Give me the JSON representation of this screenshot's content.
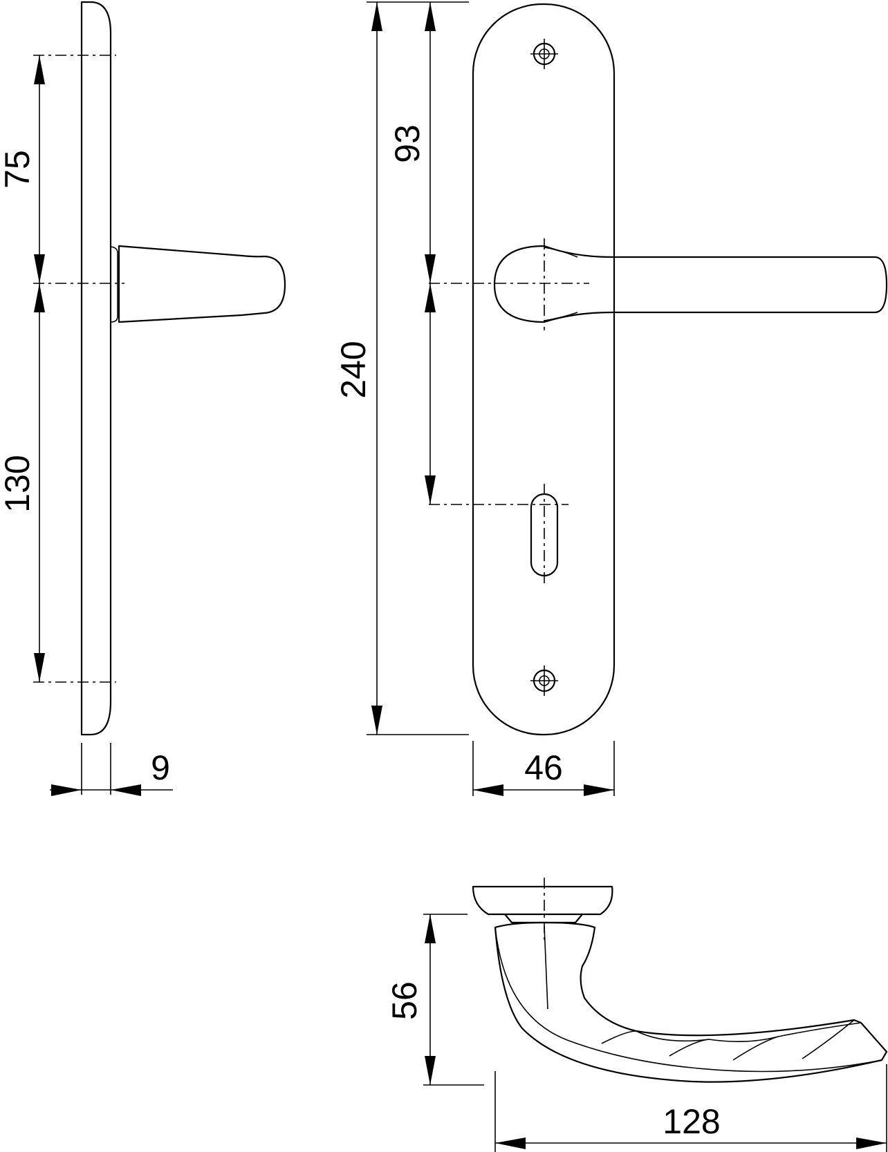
{
  "dimensions": {
    "side_upper": "75",
    "side_lower": "130",
    "plate_thickness": "9",
    "plate_height": "240",
    "lever_to_top_screw": "93",
    "plate_width": "46",
    "lever_projection": "56",
    "lever_length": "128"
  }
}
